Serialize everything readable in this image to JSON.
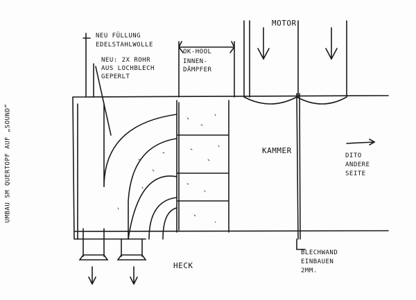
{
  "labels": {
    "fill_1": "NEU FÜLLUNG",
    "fill_2": "EDELSTAHLWOLLE",
    "pipe_1": "NEU: 2x ROHR",
    "pipe_2": "AUS LOCHBLECH",
    "pipe_3": "GEPERLT",
    "damper_1": "OK-HOOL",
    "damper_2": "INNEN-",
    "damper_3": "DÄMPFER",
    "motor": "MOTOR",
    "chamber": "KAMMER",
    "ditto_1": "DITO",
    "ditto_2": "ANDERE",
    "ditto_3": "SEITE",
    "wall_1": "BLECHWAND",
    "wall_2": "EINBAUEN",
    "wall_3": "2mm.",
    "rear": "HECK",
    "side_title": "UMBAU SM QUERTOPF AUF „SOUND“"
  },
  "colors": {
    "ink": "#1a1a1a",
    "paper": "#fdfdfd"
  }
}
